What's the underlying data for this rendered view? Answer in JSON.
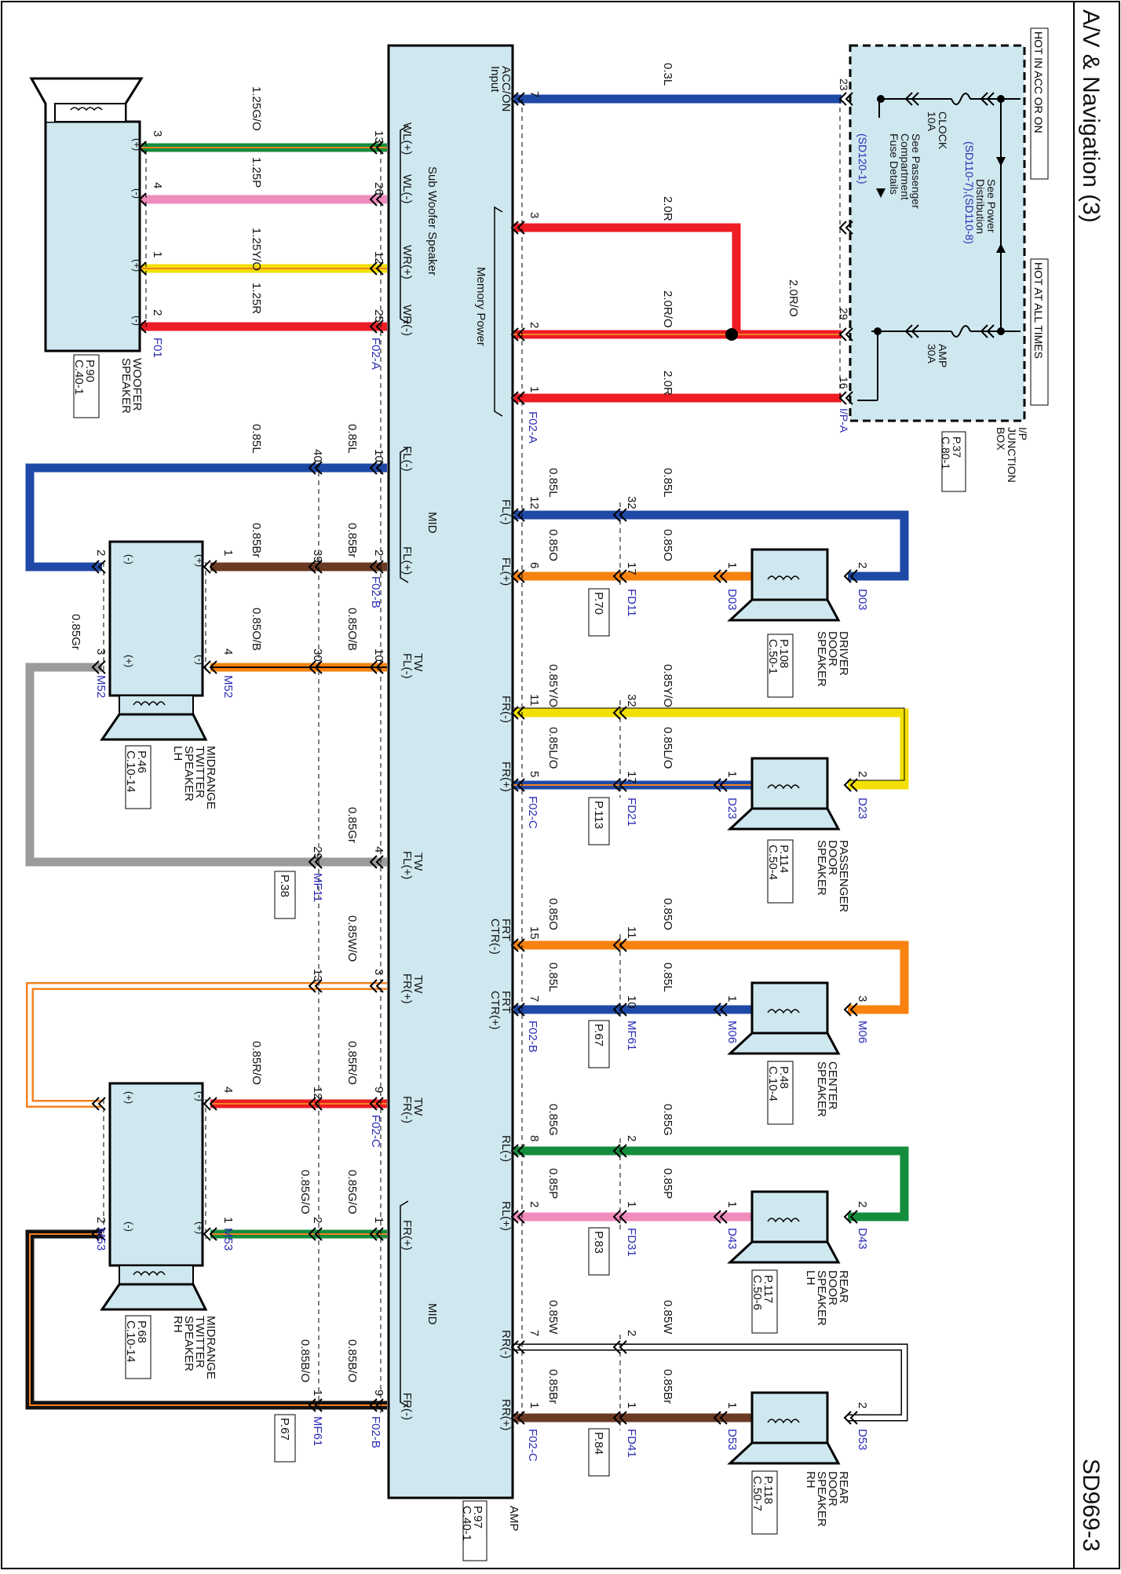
{
  "page": {
    "title": "A/V & Navigation (3)",
    "code": "SD969-3"
  },
  "power": {
    "hot_acc": "HOT IN ACC OR ON",
    "hot_all": "HOT AT ALL TIMES",
    "see_power_1": "See Power",
    "see_power_2": "Distribution",
    "see_power_ref": "(SD110-7),(SD110-8)",
    "see_pass_1": "See Passenger",
    "see_pass_2": "Compartment",
    "see_pass_3": "Fuse Details",
    "see_pass_ref": "(SD120-1)",
    "clock_fuse": "CLOCK",
    "clock_amp": "10A",
    "amp_fuse": "AMP",
    "amp_amp": "30A",
    "jbox_1": "I/P",
    "jbox_2": "JUNCTION",
    "jbox_3": "BOX",
    "jbox_page": "P.37",
    "jbox_conn": "C.80-1",
    "pin_23": "23",
    "pin_29": "29",
    "pin_16": "16",
    "conn_ipa": "I/P-A"
  },
  "amp": {
    "name": "AMP",
    "page": "P.97",
    "conn": "C.40-1",
    "acc_on_1": "ACC/ON",
    "acc_on_2": "Input",
    "memory_power": "Memory Power",
    "sub_woofer": "Sub Woofer Speaker",
    "mid": "MID",
    "tw": "TW"
  },
  "wires": {
    "acc": "0.3L",
    "w3": "2.0R",
    "w2": "2.0R/O",
    "w29": "2.0R/O",
    "w1": "2.0R",
    "wl_plus": "1.25G/O",
    "wl_minus": "1.25P",
    "wr_plus": "1.25Y/O",
    "wr_minus": "1.25R",
    "fl_minus": "0.85L",
    "fl_plus": "0.85O",
    "fr_minus": "0.85Y/O",
    "fr_plus": "0.85L/O",
    "ctr_minus": "0.85O",
    "ctr_plus": "0.85L",
    "rl_minus": "0.85G",
    "rl_plus": "0.85P",
    "rr_minus": "0.85W",
    "rr_plus": "0.85Br",
    "mid_fl_minus": "0.85L",
    "mid_fl_plus": "0.85Br",
    "tw_fl_minus": "0.85O/B",
    "tw_fl_plus": "0.85Gr",
    "tw_fr_plus": "0.85W/O",
    "tw_fr_minus": "0.85R/O",
    "mid_fr_plus": "0.85G/O",
    "mid_fr_minus": "0.85B/O"
  },
  "connectors": {
    "f01": "F01",
    "f02a": "F02-A",
    "f02b": "F02-B",
    "f02c": "F02-C",
    "fd11": "FD11",
    "fd21": "FD21",
    "fd31": "FD31",
    "fd41": "FD41",
    "mf61": "MF61",
    "mf11": "MF11",
    "d03": "D03",
    "d23": "D23",
    "d43": "D43",
    "d53": "D53",
    "m06": "M06",
    "m52": "M52",
    "m53": "M53"
  },
  "pages": {
    "fd11": "P.70",
    "fd21": "P.113",
    "mf61": "P.67",
    "fd31": "P.83",
    "fd41": "P.84",
    "mf11": "P.38",
    "mf61b": "P.67"
  },
  "speakers": {
    "woofer": {
      "l1": "WOOFER",
      "l2": "SPEAKER",
      "page": "P.90",
      "conn": "C.40-1"
    },
    "driver": {
      "l1": "DRIVER",
      "l2": "DOOR",
      "l3": "SPEAKER",
      "page": "P.108",
      "conn": "C.50-1"
    },
    "passenger": {
      "l1": "PASSENGER",
      "l2": "DOOR",
      "l3": "SPEAKER",
      "page": "P.114",
      "conn": "C.50-4"
    },
    "center": {
      "l1": "CENTER",
      "l2": "SPEAKER",
      "page": "P.48",
      "conn": "C.10-4"
    },
    "rear_lh": {
      "l1": "REAR",
      "l2": "DOOR",
      "l3": "SPEAKER",
      "l4": "LH",
      "page": "P.117",
      "conn": "C.50-6"
    },
    "rear_rh": {
      "l1": "REAR",
      "l2": "DOOR",
      "l3": "SPEAKER",
      "l4": "RH",
      "page": "P.118",
      "conn": "C.50-7"
    },
    "mt_lh": {
      "l1": "MIDRANGE",
      "l2": "TWITTER",
      "l3": "SPEAKER",
      "l4": "LH",
      "page": "P.46",
      "conn": "C.10-14"
    },
    "mt_rh": {
      "l1": "MIDRANGE",
      "l2": "TWITTER",
      "l3": "SPEAKER",
      "l4": "RH",
      "page": "P.68",
      "conn": "C.10-14"
    }
  },
  "pins": {
    "p7": "7",
    "p3": "3",
    "p2": "2",
    "p1": "1",
    "p13": "13",
    "p26": "26",
    "p12": "12",
    "p25": "25",
    "w3": "3",
    "w4": "4",
    "w1": "1",
    "w2": "2",
    "p12b": "12",
    "p32": "32",
    "p17": "17",
    "p6": "6",
    "p2b": "2",
    "p1b": "1",
    "p11": "11",
    "p32b": "32",
    "p17b": "17",
    "p5": "5",
    "p2c": "2",
    "p1c": "1",
    "p15": "15",
    "p11b": "11",
    "p7b": "7",
    "p10": "10",
    "p3b": "3",
    "p1d": "1",
    "p8": "8",
    "p2d": "2",
    "p2e": "2",
    "p1e": "1",
    "p2f": "2",
    "p1f": "1",
    "p7c": "7",
    "p2g": "2",
    "p1g": "1",
    "p1h": "1",
    "p2h": "2",
    "p1i": "1",
    "p10b": "10",
    "p40": "40",
    "p2i": "2",
    "p39": "39",
    "p10c": "10",
    "p30": "30",
    "p4": "4",
    "p29": "29",
    "m2": "2",
    "m1": "1",
    "m4": "4",
    "m3": "3",
    "p3c": "3",
    "p13b": "13",
    "p9": "9",
    "p12c": "12",
    "p1j": "1",
    "p2j": "2",
    "p9b": "9",
    "p1k": "1",
    "n4": "4",
    "n1": "1",
    "n2": "2"
  },
  "amp_pins": {
    "wl_plus": "WL(+)",
    "wl_minus": "WL(-)",
    "wr_plus": "WR(+)",
    "wr_minus": "WR(-)",
    "fl_minus": "FL(-)",
    "fl_plus": "FL(+)",
    "fr_minus": "FR(-)",
    "fr_plus": "FR(+)",
    "frt_ctr_minus_1": "FRT",
    "frt_ctr_minus_2": "CTR(-)",
    "frt_ctr_plus_1": "FRT",
    "frt_ctr_plus_2": "CTR(+)",
    "rl_minus": "RL(-)",
    "rl_plus": "RL(+)",
    "rr_minus": "RR(-)",
    "rr_plus": "RR(+)",
    "mid_fl_minus": "FL(-)",
    "mid_fl_plus": "FL(+)",
    "tw_fl_minus": "FL(-)",
    "tw_fl_plus": "FL(+)",
    "tw_fr_plus": "FR(+)",
    "tw_fr_minus": "FR(-)",
    "mid_fr_plus": "FR(+)",
    "mid_fr_minus": "FR(-)"
  },
  "polarity": {
    "plus": "(+)",
    "minus": "(-)"
  }
}
